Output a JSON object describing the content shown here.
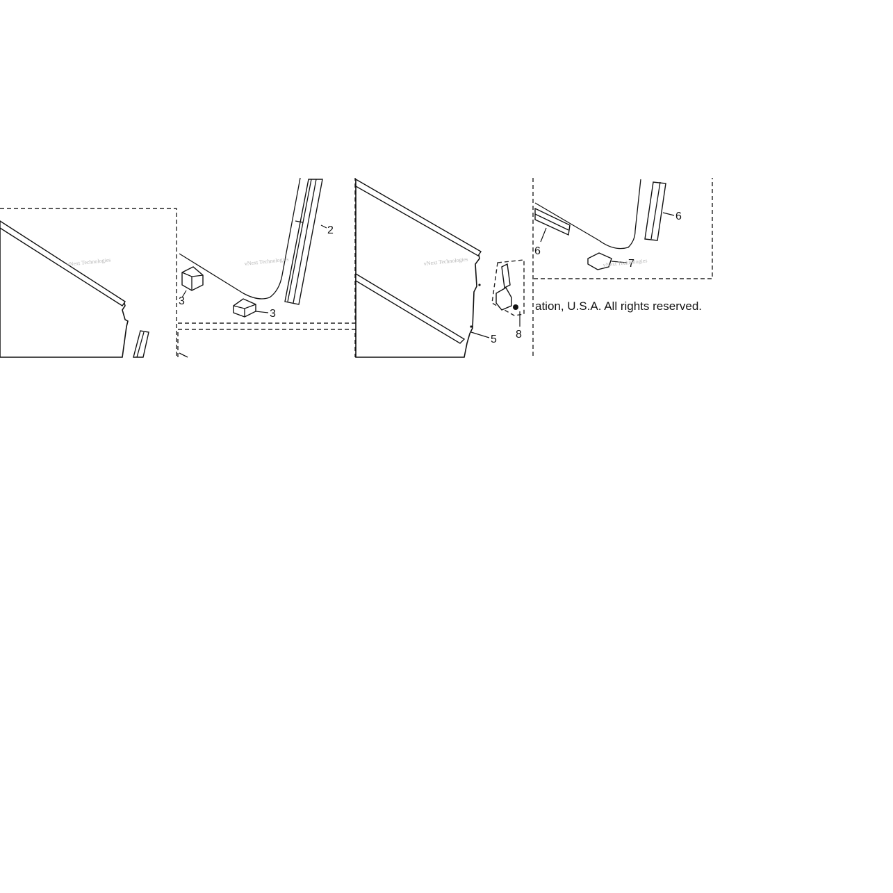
{
  "callouts": {
    "c2": "2",
    "c3a": "3",
    "c3b": "3",
    "c5": "5",
    "c6a": "6",
    "c6b": "6",
    "c7": "7",
    "c8": "8"
  },
  "copyright": "ation, U.S.A. All rights reserved.",
  "watermark": "vNext Technologies"
}
